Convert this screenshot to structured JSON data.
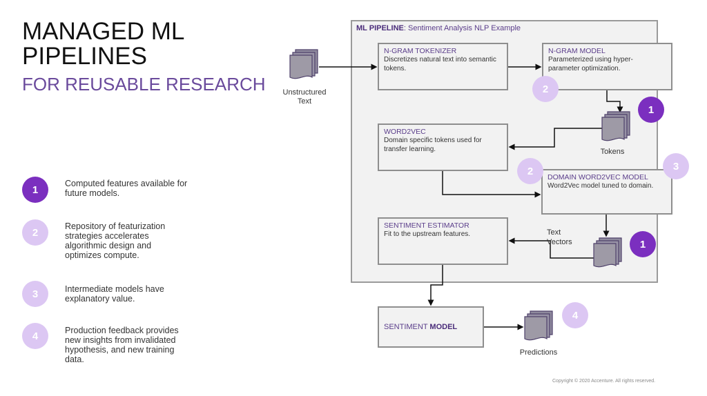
{
  "slide": {
    "title_line1": "MANAGED ML",
    "title_line2": "PIPELINES",
    "subtitle": "FOR REUSABLE RESEARCH",
    "copyright": "Copyright © 2020 Accenture. All rights reserved."
  },
  "legend": [
    {
      "number": "1",
      "style": "dark",
      "text": "Computed features available for future models."
    },
    {
      "number": "2",
      "style": "light",
      "text": "Repository of featurization strategies accelerates algorithmic design and optimizes compute."
    },
    {
      "number": "3",
      "style": "light",
      "text": "Intermediate models have explanatory value."
    },
    {
      "number": "4",
      "style": "light",
      "text": "Production feedback provides new insights from invalidated hypothesis, and new training data."
    }
  ],
  "colors": {
    "dark_badge": "#7b2fbf",
    "light_badge": "#dcc7f3",
    "accent_text": "#6a4a9c",
    "document_fill": "#9a96a3",
    "document_stroke": "#5a4a78"
  },
  "pipeline": {
    "title_bold": "ML PIPELINE",
    "title_rest": ": Sentiment Analysis NLP Example",
    "nodes": {
      "ngram_tokenizer": {
        "title": "N-GRAM TOKENIZER",
        "desc": "Discretizes natural text into semantic tokens."
      },
      "ngram_model": {
        "title": "N-GRAM MODEL",
        "desc": "Parameterized using hyper-parameter optimization."
      },
      "word2vec": {
        "title": "WORD2VEC",
        "desc": "Domain specific tokens used for transfer learning."
      },
      "domain_word2vec": {
        "title": "DOMAIN WORD2VEC MODEL",
        "desc": "Word2Vec model tuned to domain."
      },
      "sentiment_estimator": {
        "title": "SENTIMENT ESTIMATOR",
        "desc": "Fit to the upstream features."
      },
      "sentiment_model": {
        "title_plain": "SENTIMENT ",
        "title_bold": "MODEL"
      }
    },
    "artifacts": {
      "unstructured_text": {
        "label_line1": "Unstructured",
        "label_line2": "Text"
      },
      "tokens": {
        "label": "Tokens"
      },
      "text_vectors": {
        "label_line1": "Text",
        "label_line2": "Vectors"
      },
      "predictions": {
        "label": "Predictions"
      }
    },
    "badges": {
      "ngram_model": "2",
      "tokens": "1",
      "domain_left": "2",
      "domain_right": "3",
      "text_vectors": "1",
      "predictions": "4"
    }
  }
}
